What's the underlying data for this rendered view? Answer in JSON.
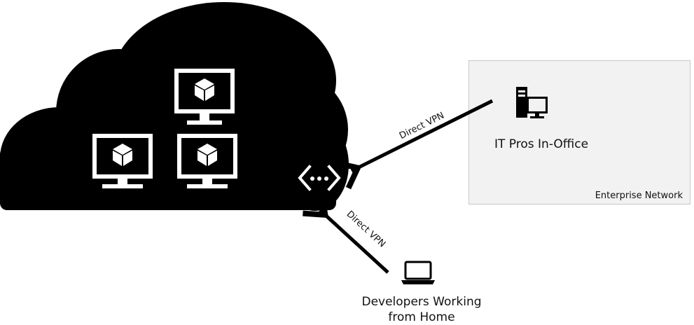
{
  "enterprise": {
    "title": "IT Pros In-Office",
    "network_label": "Enterprise Network"
  },
  "developers": {
    "line1": "Developers Working",
    "line2": "from Home"
  },
  "connections": {
    "office_vpn_label": "Direct VPN",
    "home_vpn_label": "Direct VPN"
  },
  "icons": [
    "cloud-icon",
    "monitor-vm-icon",
    "vpn-gateway-icon",
    "server-workstation-icon",
    "laptop-icon"
  ],
  "colors": {
    "cloud": "#000000",
    "enterprise_bg": "#f2f2f2",
    "enterprise_border": "#c9c9c9"
  }
}
